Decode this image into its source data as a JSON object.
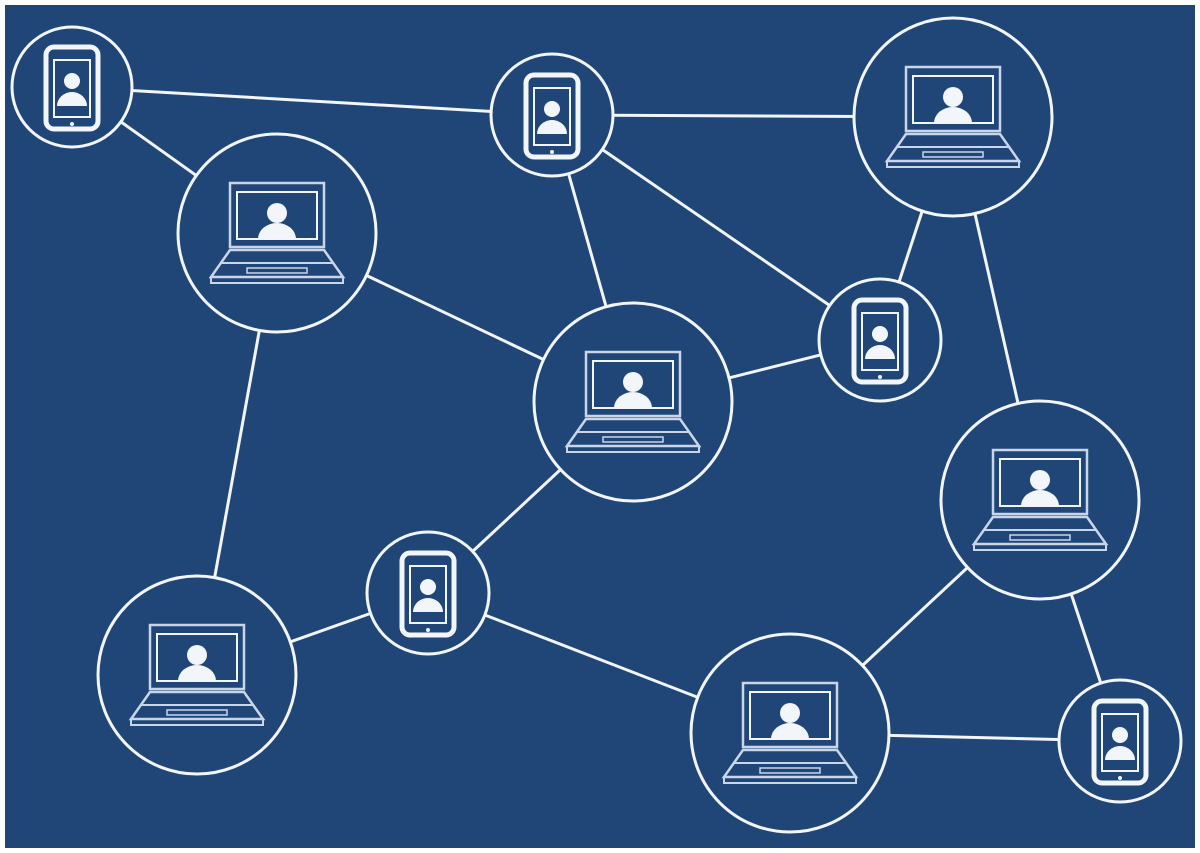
{
  "colors": {
    "background": "#1f4677",
    "line": "#f2f5fa",
    "screen_line": "#c9d6ea"
  },
  "nodes": [
    {
      "id": "n1",
      "type": "phone"
    },
    {
      "id": "n2",
      "type": "phone"
    },
    {
      "id": "n3",
      "type": "laptop"
    },
    {
      "id": "n4",
      "type": "laptop"
    },
    {
      "id": "n5",
      "type": "phone"
    },
    {
      "id": "n6",
      "type": "laptop"
    },
    {
      "id": "n7",
      "type": "laptop"
    },
    {
      "id": "n8",
      "type": "phone"
    },
    {
      "id": "n9",
      "type": "laptop"
    },
    {
      "id": "n10",
      "type": "laptop"
    },
    {
      "id": "n11",
      "type": "phone"
    }
  ],
  "edges": [
    [
      "n1",
      "n2"
    ],
    [
      "n1",
      "n4"
    ],
    [
      "n2",
      "n3"
    ],
    [
      "n2",
      "n6"
    ],
    [
      "n2",
      "n5"
    ],
    [
      "n3",
      "n5"
    ],
    [
      "n3",
      "n7"
    ],
    [
      "n4",
      "n6"
    ],
    [
      "n4",
      "n9"
    ],
    [
      "n6",
      "n5"
    ],
    [
      "n6",
      "n8"
    ],
    [
      "n8",
      "n9"
    ],
    [
      "n8",
      "n10"
    ],
    [
      "n10",
      "n7"
    ],
    [
      "n7",
      "n11"
    ],
    [
      "n10",
      "n11"
    ]
  ]
}
